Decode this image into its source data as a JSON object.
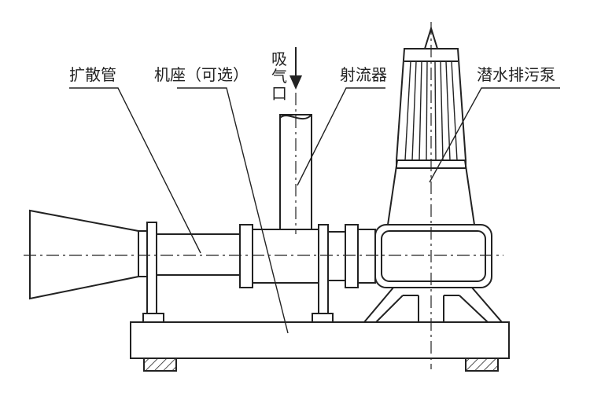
{
  "labels": {
    "diffuser": "扩散管",
    "base": "机座（可选）",
    "suction_inlet": [
      "吸",
      "气",
      "口"
    ],
    "ejector": "射流器",
    "pump": "潜水排污泵"
  },
  "colors": {
    "stroke": "#222222",
    "background": "#ffffff"
  },
  "icons": {
    "suction-arrow": "down-arrow",
    "ground-hatch": "hatch"
  }
}
